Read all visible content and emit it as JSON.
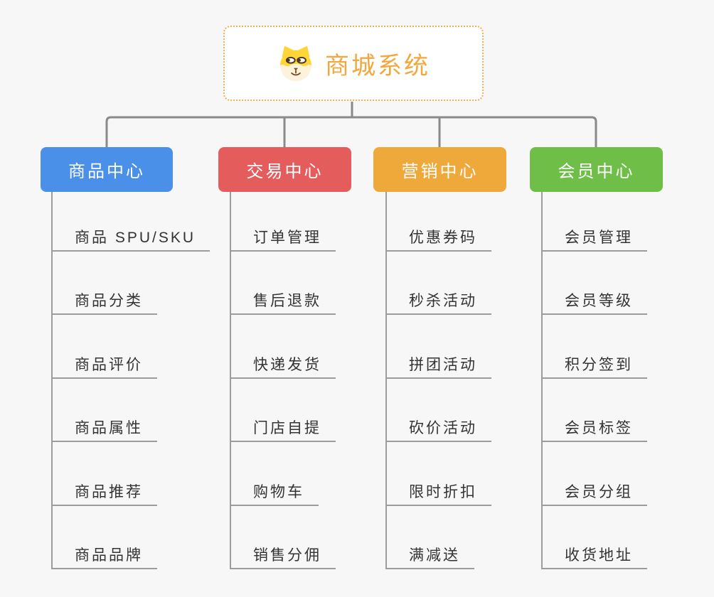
{
  "page": {
    "background_color": "#f7f7f7",
    "connector_color": "#8a8a8a",
    "leaf_line_color": "#9c9c9c",
    "leaf_text_color": "#333333"
  },
  "root": {
    "title": "商城系统",
    "icon": "dog-face-icon",
    "accent_color": "#f3a73e",
    "border_style": "dotted"
  },
  "branches": [
    {
      "label": "商品中心",
      "color": "#4a8fe8",
      "items": [
        "商品 SPU/SKU",
        "商品分类",
        "商品评价",
        "商品属性",
        "商品推荐",
        "商品品牌"
      ]
    },
    {
      "label": "交易中心",
      "color": "#e45c5c",
      "items": [
        "订单管理",
        "售后退款",
        "快递发货",
        "门店自提",
        "购物车",
        "销售分佣"
      ]
    },
    {
      "label": "营销中心",
      "color": "#efa93b",
      "items": [
        "优惠券码",
        "秒杀活动",
        "拼团活动",
        "砍价活动",
        "限时折扣",
        "满减送"
      ]
    },
    {
      "label": "会员中心",
      "color": "#6ebe47",
      "items": [
        "会员管理",
        "会员等级",
        "积分签到",
        "会员标签",
        "会员分组",
        "收货地址"
      ]
    }
  ]
}
